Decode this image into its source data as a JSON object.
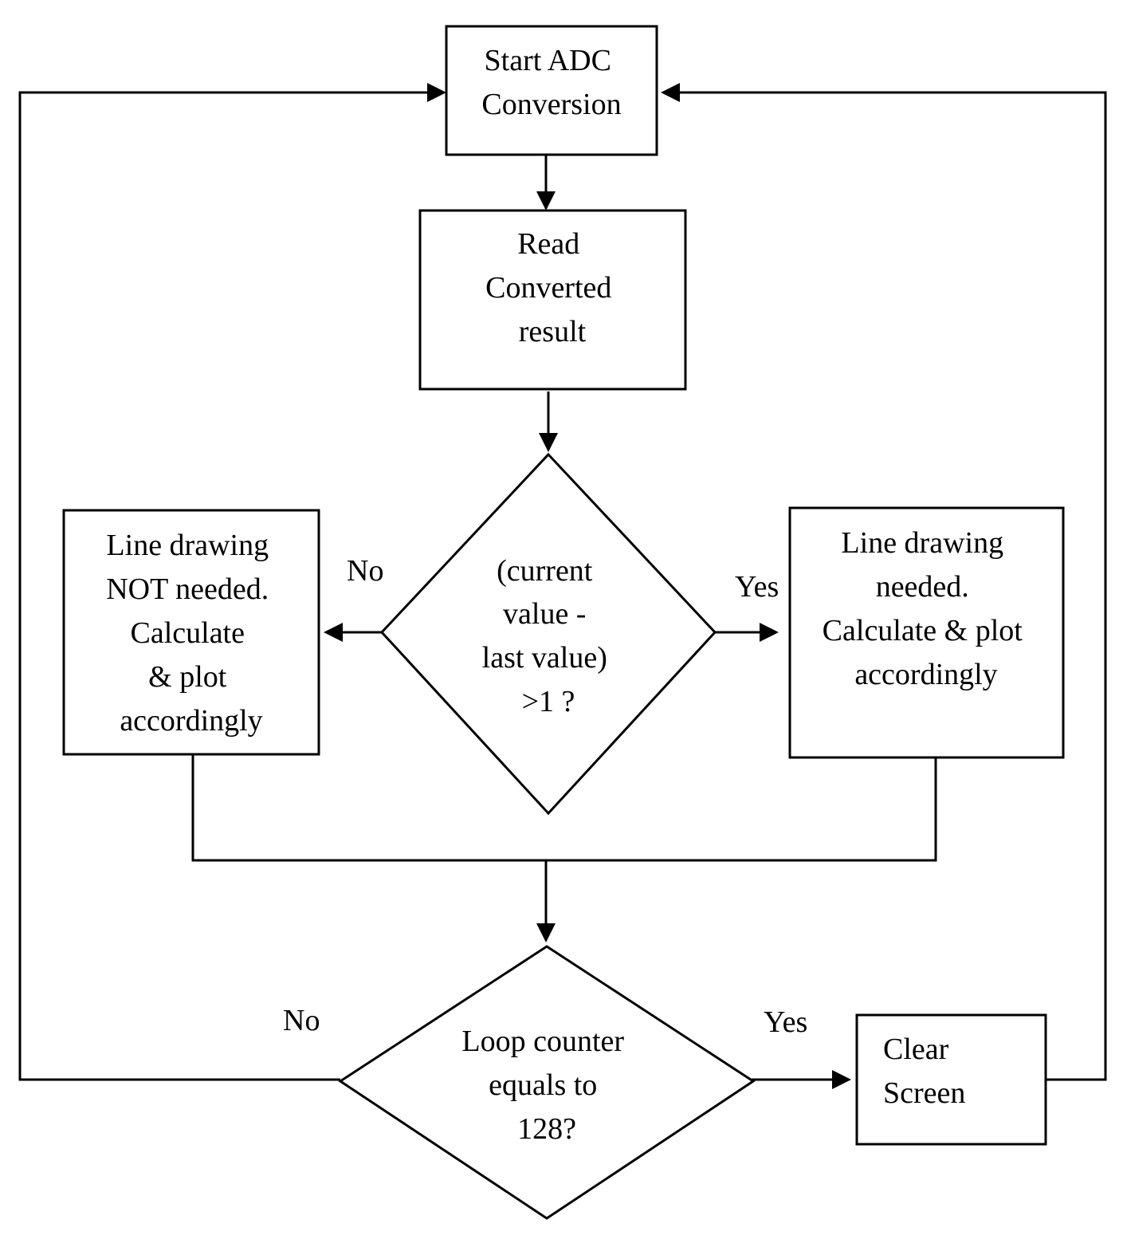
{
  "nodes": {
    "start_adc": {
      "lines": [
        "Start ADC",
        "Conversion"
      ]
    },
    "read_result": {
      "lines": [
        "Read",
        "Converted",
        "result"
      ]
    },
    "decision_diff": {
      "lines": [
        "(current",
        "value -",
        "last value)",
        ">1 ?"
      ]
    },
    "no_line_drawing": {
      "lines": [
        "Line drawing",
        "NOT needed.",
        "Calculate",
        "& plot",
        "accordingly"
      ]
    },
    "line_drawing": {
      "lines": [
        "Line drawing",
        "needed.",
        "Calculate & plot",
        "accordingly"
      ]
    },
    "decision_loop": {
      "lines": [
        "Loop counter",
        "equals to",
        "128?"
      ]
    },
    "clear_screen": {
      "lines": [
        "Clear",
        "Screen"
      ]
    }
  },
  "edge_labels": {
    "diff_no": "No",
    "diff_yes": "Yes",
    "loop_no": "No",
    "loop_yes": "Yes"
  },
  "colors": {
    "stroke": "#000000",
    "fill": "#ffffff"
  }
}
